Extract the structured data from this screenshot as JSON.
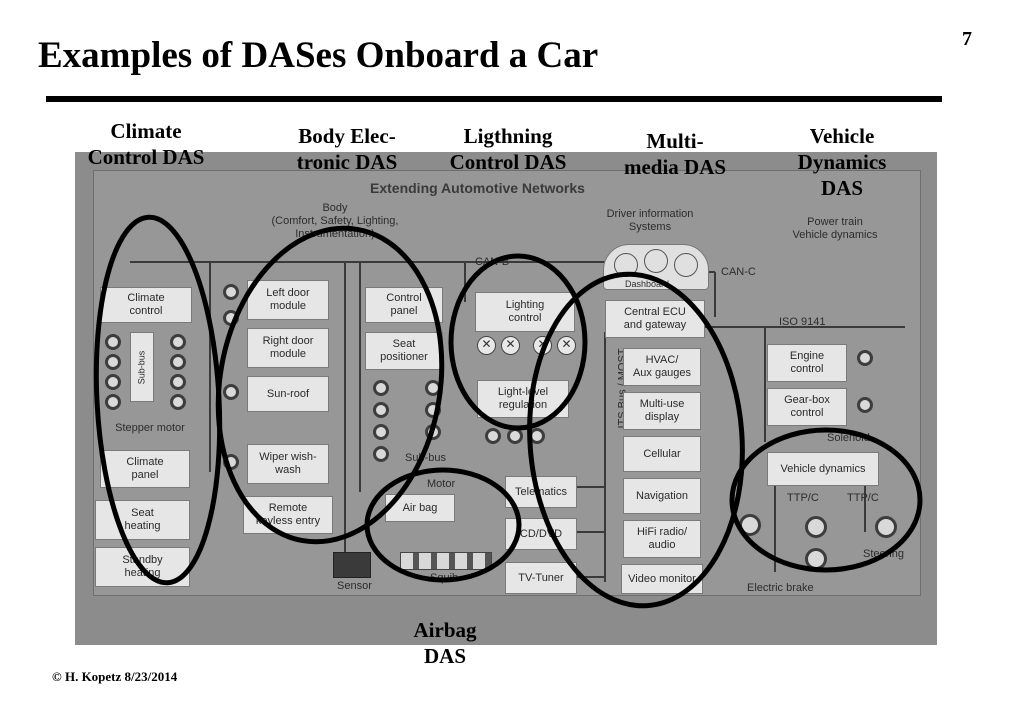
{
  "slide": {
    "title": "Examples of DASes Onboard a Car",
    "page_number": "7",
    "footer": "© H. Kopetz  8/23/2014"
  },
  "das_labels": {
    "climate": [
      "Climate",
      "Control DAS"
    ],
    "body": [
      "Body Elec-",
      "tronic DAS"
    ],
    "lighting": [
      "Ligthning",
      "Control DAS"
    ],
    "multimedia": [
      "Multi-",
      "media DAS"
    ],
    "vehicle": [
      "Vehicle",
      "Dynamics",
      "DAS"
    ],
    "airbag": [
      "Airbag",
      "DAS"
    ]
  },
  "photo": {
    "heading": "Extending Automotive Networks",
    "body_caption": "Body\n(Comfort, Safety, Lighting,\nInstrumentation)",
    "driver_info": "Driver information\nSystems",
    "power_train": "Power train\nVehicle dynamics",
    "bus_can_b": "CAN-B",
    "bus_can_c": "CAN-C",
    "bus_iso": "ISO 9141",
    "bus_its": "ITS Bus / MOST",
    "sub_bus": "Sub-bus",
    "stepper_motor": "Stepper motor",
    "sub_bus_2": "Sub-bus",
    "motor": "Motor",
    "sensor": "Sensor",
    "squib": "Squib",
    "ttpc_1": "TTP/C",
    "ttpc_2": "TTP/C",
    "solenoid": "Solenoid",
    "steering": "Steering",
    "electric_brake": "Electric brake",
    "dashboard": "Dashboard",
    "boxes": {
      "climate_control": "Climate\ncontrol",
      "climate_panel": "Climate\npanel",
      "seat_heating": "Seat\nheating",
      "standby_heating": "Standby\nheating",
      "left_door": "Left door\nmodule",
      "right_door": "Right door\nmodule",
      "sun_roof": "Sun-roof",
      "wiper": "Wiper wish-\nwash",
      "remote_keyless": "Remote\nkeyless entry",
      "control_panel": "Control\npanel",
      "seat_positioner": "Seat\npositioner",
      "air_bag": "Air bag",
      "lighting_control": "Lighting\ncontrol",
      "light_level": "Light-level\nregulation",
      "central_ecu": "Central ECU\nand gateway",
      "hvac": "HVAC/\nAux gauges",
      "multi_use": "Multi-use\ndisplay",
      "cellular": "Cellular",
      "navigation": "Navigation",
      "hifi": "HiFi radio/\naudio",
      "video": "Video monitor",
      "telematics": "Telematics",
      "cd_dvd": "CD/DVD",
      "tv_tuner": "TV-Tuner",
      "engine_control": "Engine\ncontrol",
      "gearbox": "Gear-box\ncontrol",
      "vehicle_dynamics": "Vehicle dynamics"
    }
  }
}
